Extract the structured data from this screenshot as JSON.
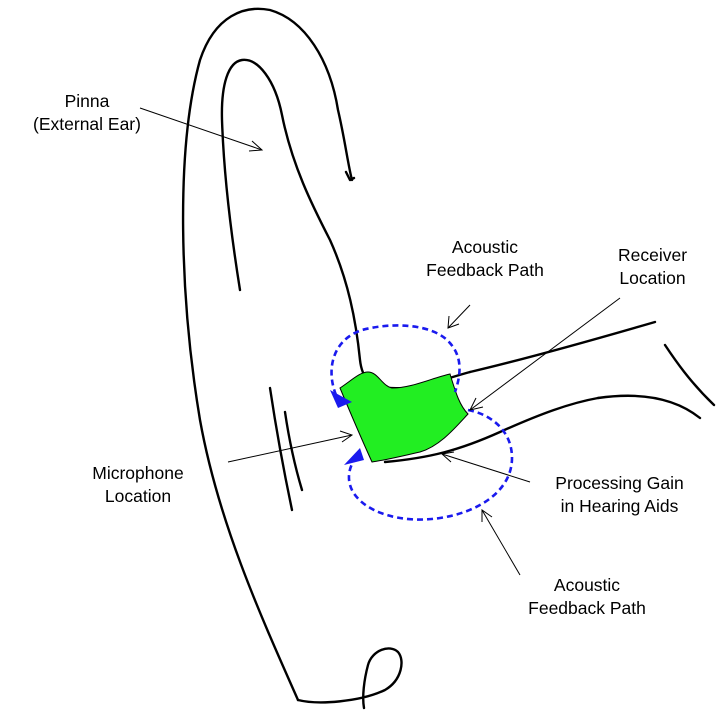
{
  "labels": {
    "pinna": {
      "line1": "Pinna",
      "line2": "(External Ear)"
    },
    "feedback_top": {
      "line1": "Acoustic",
      "line2": "Feedback Path"
    },
    "receiver": {
      "line1": "Receiver",
      "line2": "Location"
    },
    "microphone": {
      "line1": "Microphone",
      "line2": "Location"
    },
    "processing": {
      "line1": "Processing Gain",
      "line2": "in Hearing Aids"
    },
    "feedback_bottom": {
      "line1": "Acoustic",
      "line2": "Feedback Path"
    }
  },
  "colors": {
    "hearing_aid_fill": "#22ee22",
    "feedback_path": "#1a1aee",
    "outline": "#000000"
  }
}
